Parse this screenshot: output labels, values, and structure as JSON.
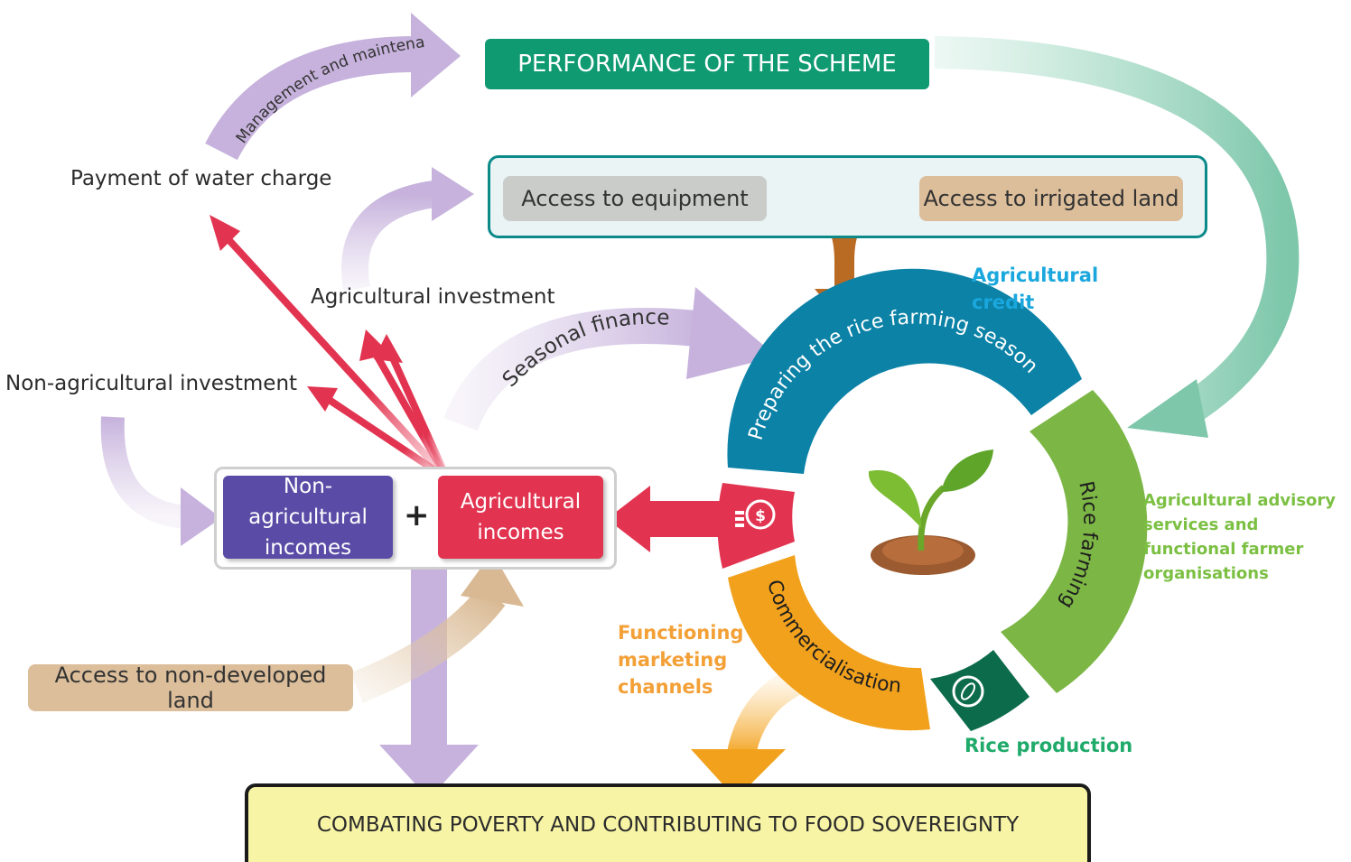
{
  "diagram": {
    "performance": "PERFORMANCE OF THE SCHEME",
    "management_arc": "Management and maintenance of the scheme",
    "payment_water_charge": "Payment of water charge",
    "access_equipment": "Access to equipment",
    "access_irrigated_land": "Access to irrigated land",
    "agricultural_credit": "Agricultural credit",
    "agricultural_investment": "Agricultural investment",
    "seasonal_finance": "Seasonal finance",
    "non_agricultural_investment": "Non-agricultural investment",
    "non_agricultural_incomes": "Non-agricultural incomes",
    "plus": "+",
    "agricultural_incomes": "Agricultural incomes",
    "access_non_developed_land": "Access to non-developed land",
    "preparing_season": "Preparing the rice farming season",
    "rice_farming": "Rice farming",
    "commercialisation": "Commercialisation",
    "advisory_services": "Agricultural advisory services and functional farmer organisations",
    "functioning_channels": "Functioning marketing channels",
    "rice_production": "Rice production",
    "combating_poverty": "COMBATING POVERTY AND CONTRIBUTING TO FOOD SOVEREIGNTY"
  },
  "colors": {
    "performance_box": "#0f9a72",
    "blue_segment": "#0b82a6",
    "green_segment": "#7cb645",
    "orange_segment": "#f2a11c",
    "dark_green_segment": "#0c6b4a",
    "red": "#e23450",
    "purple_box": "#5a4ca6",
    "lilac_arrow": "#c7b4dc",
    "brown": "#b96a23",
    "tan": "#dcbe9a",
    "yellow_box": "#f8f4a6",
    "credit_text": "#1aa7dd",
    "advisory_text": "#7cc043",
    "channels_text": "#f3a037",
    "production_text": "#1faa6a"
  }
}
